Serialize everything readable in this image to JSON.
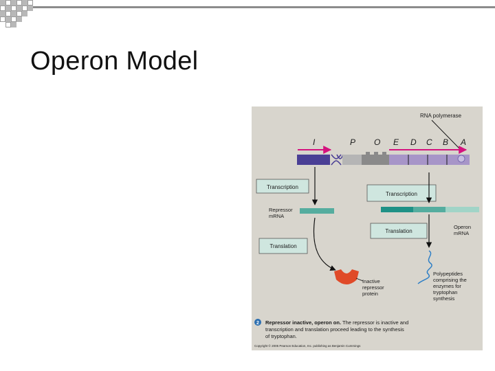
{
  "slide": {
    "title": "Operon Model"
  },
  "colors": {
    "panel": "#d8d5cd",
    "regulator": "#4a3f95",
    "promoter": "#b5b5b5",
    "operator": "#8a8a8a",
    "structural_genes": "#a795c8",
    "arrow": "#d4127e",
    "mrna_teal_dark": "#1f9186",
    "mrna_teal_mid": "#55ad9f",
    "mrna_teal_light": "#a1d4c7",
    "callout_box": "#cfe6df",
    "repressor": "#e04a28",
    "polypeptide": "#2e7fc6"
  },
  "figure": {
    "rna_polymerase_label": "RNA polymerase",
    "genes": {
      "i": "I",
      "p": "P",
      "o": "O",
      "e": "E",
      "d": "D",
      "c": "C",
      "b": "B",
      "a": "A"
    },
    "left_transcription_box": "Transcription",
    "right_transcription_box": "Transcription",
    "repressor_mrna_label_line1": "Repressor",
    "repressor_mrna_label_line2": "mRNA",
    "right_translation_box": "Translation",
    "operon_mrna_label_line1": "Operon",
    "operon_mrna_label_line2": "mRNA",
    "left_translation_box": "Translation",
    "inactive_repressor_label": [
      "Inactive",
      "repressor",
      "protein"
    ],
    "polypeptides_label": [
      "Polypeptides",
      "comprising the",
      "enzymes for",
      "tryptophan",
      "synthesis"
    ],
    "caption_number": "2",
    "caption_bold": "Repressor inactive, operon on.",
    "caption_line1_rest": "The repressor is inactive and",
    "caption_line2": "transcription and translation proceed leading to the synthesis",
    "caption_line3": "of tryptophan.",
    "copyright": "Copyright © 2005 Pearson Education, Inc. publishing as Benjamin Cummings"
  }
}
